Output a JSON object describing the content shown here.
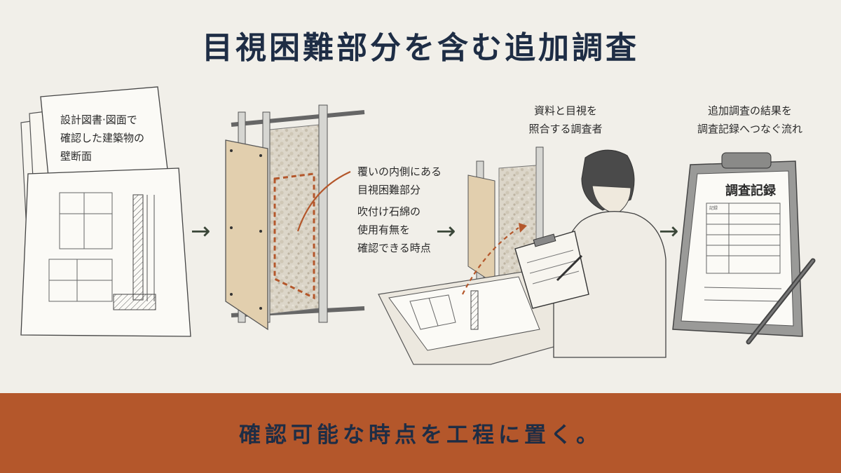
{
  "header": {
    "title": "目視困難部分を含む追加調査"
  },
  "panels": {
    "documents": {
      "caption_lines": [
        "設計図書·図面で",
        "確認した建築物の",
        "壁断面"
      ]
    },
    "wall": {
      "hidden_part_lines": [
        "覆いの内側にある",
        "目視困難部分"
      ],
      "timing_lines": [
        "吹付け石綿の",
        "使用有無を",
        "確認できる時点"
      ]
    },
    "inspector": {
      "caption_lines": [
        "資料と目視を",
        "照合する調査者"
      ]
    },
    "record": {
      "caption_lines": [
        "追加調査の結果を",
        "調査記録へつなぐ流れ"
      ],
      "clipboard_title": "調査記録",
      "form_label": "記録"
    }
  },
  "flow": {
    "arrow_glyph": "→"
  },
  "footer": {
    "text": "確認可能な時点を工程に置く。"
  },
  "colors": {
    "background": "#f1efe9",
    "title": "#1e2d45",
    "accent": "#b4572b",
    "ink": "#3a3a3a",
    "board": "#e2cfae",
    "insulation": "#d9d3c6"
  }
}
